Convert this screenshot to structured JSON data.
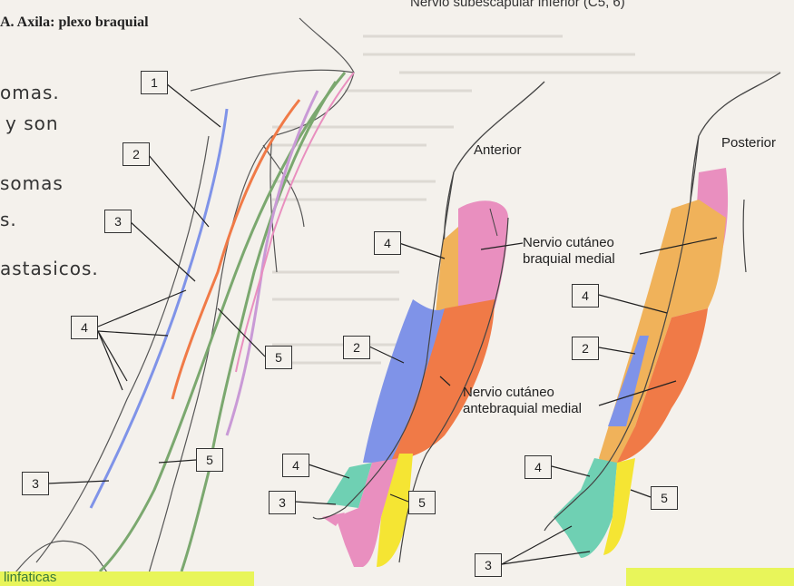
{
  "title": "A. Axila: plexo braquial",
  "top_right_text": "Nervio subescapular inferior (C5, 6)",
  "handwritten": [
    "omas.",
    "y son",
    "somas",
    "s.",
    "astasicos."
  ],
  "bottom_hand_text": "linfaticas",
  "view_labels": {
    "anterior": "Anterior",
    "posterior": "Posterior"
  },
  "nerve_labels": {
    "cutaneo_braquial_medial": "Nervio cutáneo braquial medial",
    "cutaneo_antebraquial_medial": "Nervio cutáneo antebraquial medial"
  },
  "numbers": {
    "n1": "1",
    "n2": "2",
    "n3": "3",
    "n4": "4",
    "n5": "5",
    "a4": "4",
    "a2": "2",
    "a4b": "4",
    "a3": "3",
    "a5": "5",
    "p4": "4",
    "p2": "2",
    "p4b": "4",
    "p5": "5",
    "p3": "3"
  },
  "colors": {
    "pink": "#e98fbf",
    "orange": "#f07a47",
    "blue": "#7f93e8",
    "tan": "#f0b25a",
    "teal": "#6fd0b3",
    "yellow": "#f5e533",
    "green_nerve": "#7ba86f",
    "highlight": "#e8f55a"
  }
}
